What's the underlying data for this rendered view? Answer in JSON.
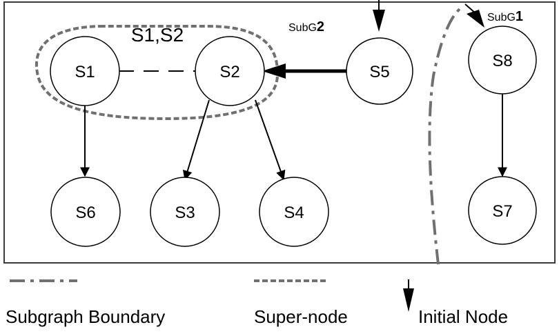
{
  "diagram": {
    "nodes": {
      "s1": "S1",
      "s2": "S2",
      "s3": "S3",
      "s4": "S4",
      "s5": "S5",
      "s6": "S6",
      "s7": "S7",
      "s8": "S8"
    },
    "super_node_label": "S1,S2",
    "subgraph_2": {
      "prefix": "SubG",
      "number": "2"
    },
    "subgraph_1": {
      "prefix": "SubG",
      "number": "1"
    }
  },
  "legend": {
    "subgraph_boundary": "Subgraph Boundary",
    "super_node": "Super-node",
    "initial_node": "Initial Node"
  },
  "colors": {
    "stroke": "#000000",
    "dashed_gray": "#707070",
    "frame": "#3a3a3a"
  }
}
